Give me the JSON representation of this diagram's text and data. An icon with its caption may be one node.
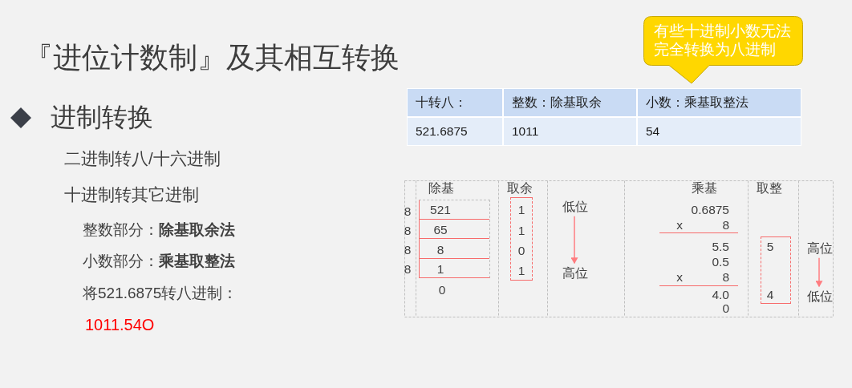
{
  "diagram": {
    "title": "『进位计数制』及其相互转换",
    "nodes": [
      {
        "text": [
          "有些十进制小数无法完全转换为八进制"
        ]
      },
      {
        "text": [
          "521",
          "65",
          "8",
          "1"
        ]
      },
      {
        "text": [
          "1",
          "1",
          "0",
          "1"
        ]
      },
      {
        "text": [
          "低位"
        ]
      },
      {
        "text": [
          "高位"
        ]
      },
      {
        "text": [
          "5",
          "4"
        ]
      },
      {
        "text": [
          "高位"
        ]
      },
      {
        "text": [
          "低位"
        ]
      }
    ],
    "edges": [
      {
        "from": 3,
        "to": 4,
        "arrow": "to"
      },
      {
        "from": 6,
        "to": 7,
        "arrow": "to"
      }
    ],
    "labels": [
      "进制转换",
      "二进制转八/十六进制",
      "十进制转其它进制",
      "整数部分：**除基取余法**",
      "小数部分：**乘基取整法**",
      "将521.6875转八进制：",
      "1011.54O",
      "十转八：",
      "整数：除基取余",
      "小数：乘基取整法",
      "521.6875",
      "1011",
      "54",
      "除基",
      "取余",
      "乘基",
      "取整",
      "8",
      "8",
      "8",
      "8",
      "0",
      "0.6875",
      "x",
      "8",
      "5.5",
      "0.5",
      "x",
      "8",
      "4.0",
      "0"
    ]
  }
}
